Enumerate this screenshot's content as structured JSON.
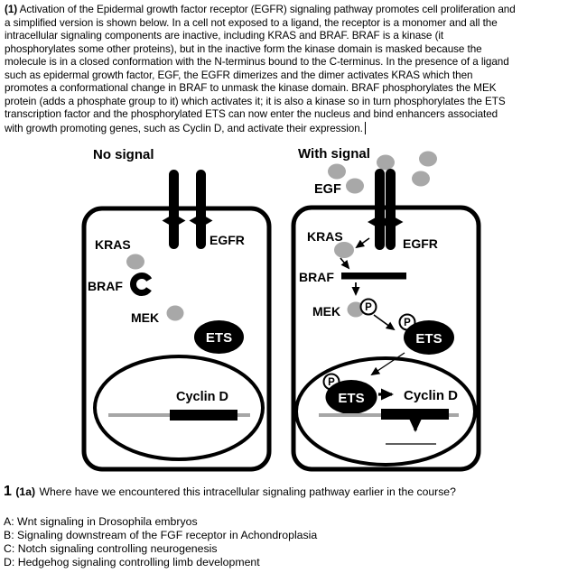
{
  "intro": {
    "q_label": "(1)",
    "lines": [
      "Activation of the Epidermal growth factor receptor (EGFR) signaling pathway promotes cell proliferation and",
      "a simplified version is shown below. In a cell not exposed to a ligand, the receptor is a monomer and all the",
      "intracellular signaling components are inactive, including KRAS and BRAF. BRAF is a kinase (it",
      "phosphorylates some other proteins), but in the inactive form the kinase domain is masked because the",
      "molecule is in a closed conformation with the N-terminus bound to the C-terminus. In the presence of a ligand",
      "such as epidermal growth factor, EGF, the EGFR dimerizes and the dimer activates KRAS which then",
      "promotes a conformational change in BRAF to unmask the kinase domain. BRAF phosphorylates the MEK",
      "protein (adds a phosphate group to it) which activates it; it is also a kinase so in turn phosphorylates the ETS",
      "transcription factor and the phosphorylated ETS can now enter the nucleus and bind enhancers associated",
      "with growth promoting genes, such as Cyclin D, and activate their expression."
    ]
  },
  "diagram": {
    "left_title": "No signal",
    "right_title": "With signal",
    "labels": {
      "egf": "EGF",
      "egfr": "EGFR",
      "kras": "KRAS",
      "braf": "BRAF",
      "mek": "MEK",
      "ets": "ETS",
      "cyclin_d": "Cyclin D",
      "phosphate": "P"
    },
    "colors": {
      "ink": "#000000",
      "paper": "#ffffff",
      "ligand_gray": "#a8a8a8",
      "gene_gray": "#a6a6a6"
    }
  },
  "question": {
    "number": "1",
    "sub": "(1a)",
    "text": "Where have we encountered this intracellular signaling pathway earlier in the course?",
    "options": [
      "A: Wnt signaling in Drosophila embryos",
      "B: Signaling downstream of the FGF receptor in Achondroplasia",
      "C: Notch signaling controlling neurogenesis",
      "D: Hedgehog signaling controlling limb development"
    ]
  }
}
